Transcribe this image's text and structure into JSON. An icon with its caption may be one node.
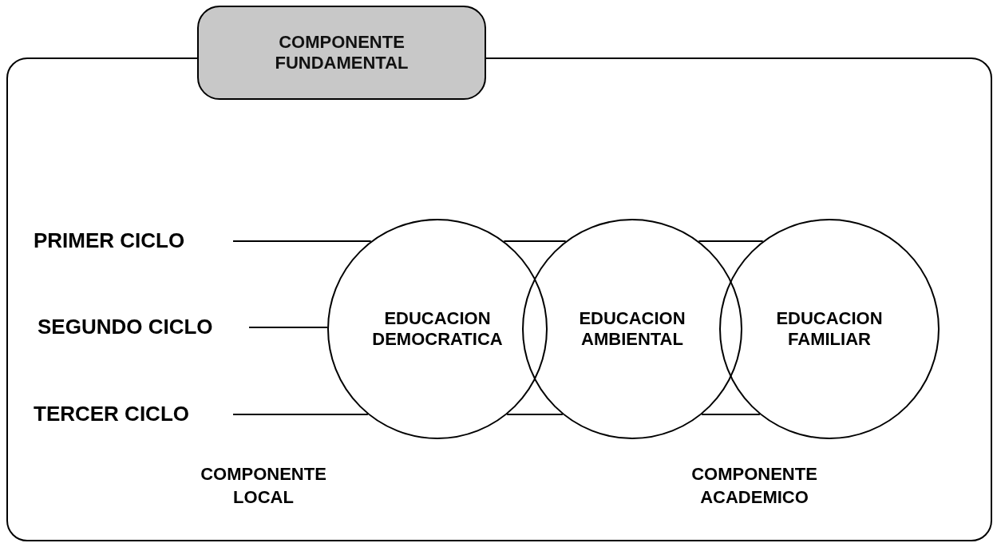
{
  "diagram": {
    "nodes": [
      {
        "text": [
          "COMPONENTE FUNDAMENTAL"
        ]
      },
      {
        "text": [
          "PRIMER CICLO"
        ],
        "in": 0
      },
      {
        "text": [
          "SEGUNDO CICLO"
        ],
        "in": 0
      },
      {
        "text": [
          "TERCER CICLO"
        ],
        "in": 0
      },
      {
        "text": [
          "EDUCACION DEMOCRATICA"
        ],
        "in": 0
      },
      {
        "text": [
          "EDUCACION AMBIENTAL"
        ],
        "in": 0
      },
      {
        "text": [
          "EDUCACION FAMILIAR"
        ],
        "in": 0
      }
    ],
    "edges": [
      {
        "from": 1,
        "to": 4,
        "arrow": "none"
      },
      {
        "from": 2,
        "to": 4,
        "arrow": "none"
      },
      {
        "from": 3,
        "to": 4,
        "arrow": "none"
      },
      {
        "from": 4,
        "to": 5,
        "arrow": "none"
      },
      {
        "from": 5,
        "to": 6,
        "arrow": "none"
      },
      {
        "from": 4,
        "to": 5,
        "arrow": "none"
      },
      {
        "from": 5,
        "to": 6,
        "arrow": "none"
      }
    ],
    "labels": [
      "COMPONENTE LOCAL",
      "COMPONENTE ACADEMICO"
    ]
  }
}
